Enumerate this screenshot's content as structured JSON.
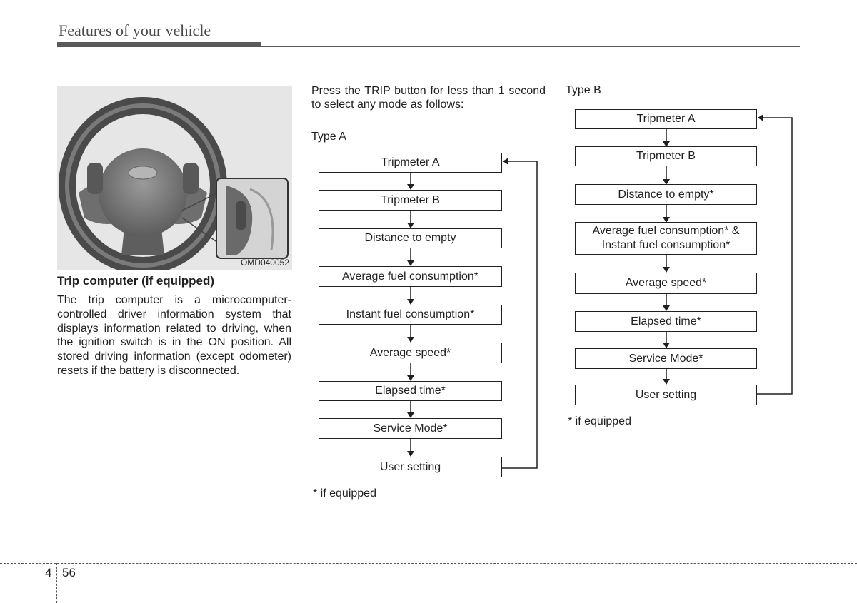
{
  "header": {
    "title": "Features of your vehicle"
  },
  "figure": {
    "code": "OMD040052"
  },
  "trip_computer": {
    "title": "Trip computer (if equipped)",
    "body": "The trip computer is a microcomputer-controlled driver information system that displays information related to driving, when the ignition switch is in the ON position. All stored driving information (except odometer) resets if the battery is disconnected."
  },
  "intro": "Press the TRIP button for less than 1 second to select any mode as follows:",
  "type_a": {
    "label": "Type A",
    "modes": [
      "Tripmeter A",
      "Tripmeter B",
      "Distance to empty",
      "Average fuel consumption*",
      "Instant fuel consumption*",
      "Average speed*",
      "Elapsed time*",
      "Service Mode*",
      "User setting"
    ],
    "note": "* if equipped"
  },
  "type_b": {
    "label": "Type B",
    "modes": [
      "Tripmeter A",
      "Tripmeter B",
      "Distance to empty*",
      "Average fuel consumption* & Instant fuel consumption*",
      "Average speed*",
      "Elapsed time*",
      "Service Mode*",
      "User setting"
    ],
    "note": "* if equipped"
  },
  "footer": {
    "section": "4",
    "page": "56"
  }
}
